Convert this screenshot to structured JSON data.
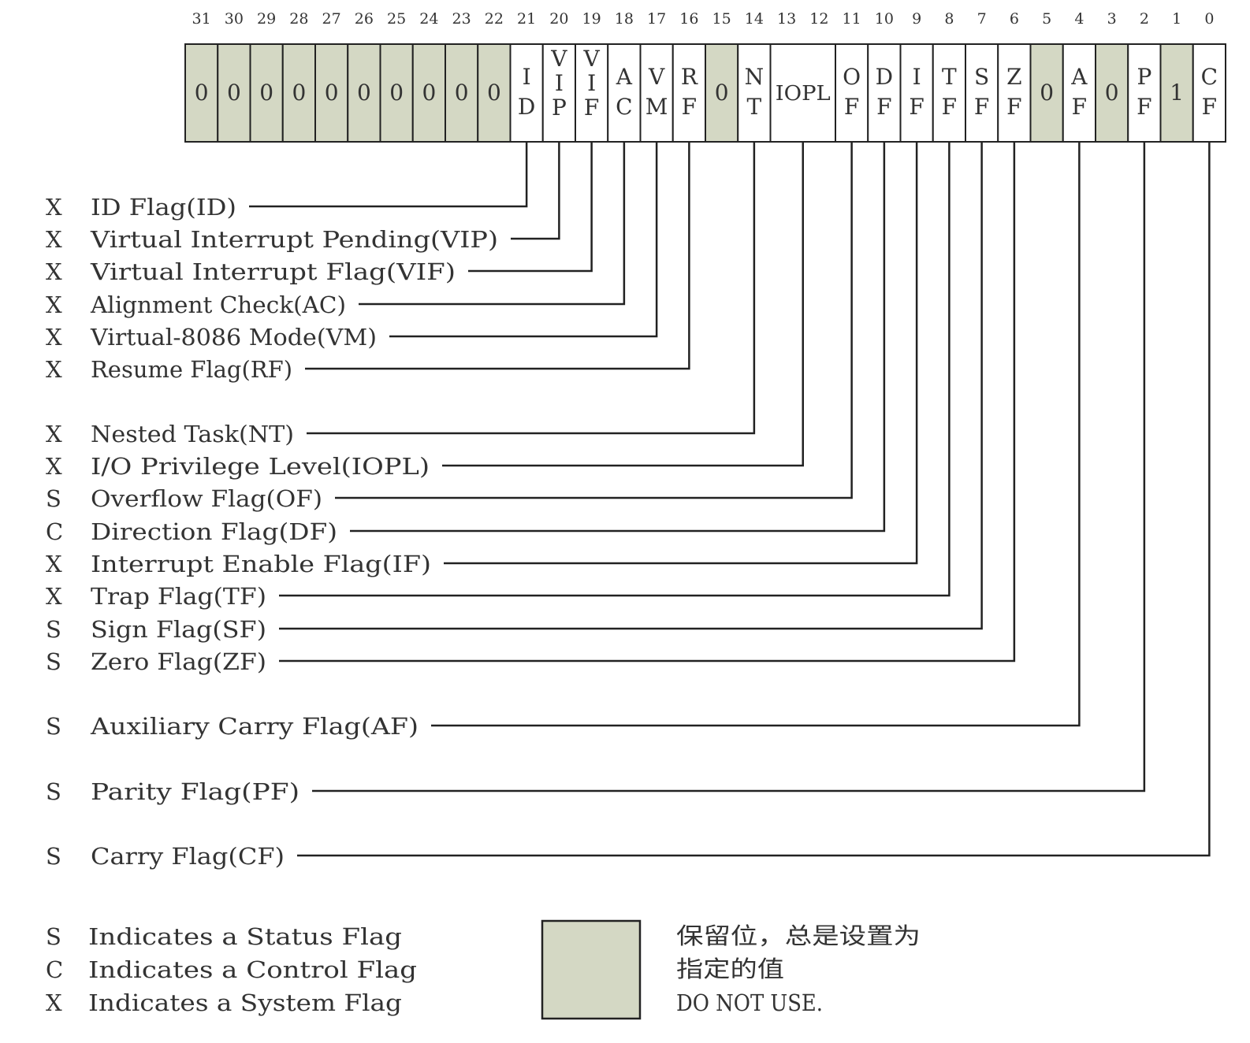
{
  "register": {
    "bits": [
      {
        "n": "31",
        "label": [
          "0"
        ],
        "reserved": true
      },
      {
        "n": "30",
        "label": [
          "0"
        ],
        "reserved": true
      },
      {
        "n": "29",
        "label": [
          "0"
        ],
        "reserved": true
      },
      {
        "n": "28",
        "label": [
          "0"
        ],
        "reserved": true
      },
      {
        "n": "27",
        "label": [
          "0"
        ],
        "reserved": true
      },
      {
        "n": "26",
        "label": [
          "0"
        ],
        "reserved": true
      },
      {
        "n": "25",
        "label": [
          "0"
        ],
        "reserved": true
      },
      {
        "n": "24",
        "label": [
          "0"
        ],
        "reserved": true
      },
      {
        "n": "23",
        "label": [
          "0"
        ],
        "reserved": true
      },
      {
        "n": "22",
        "label": [
          "0"
        ],
        "reserved": true
      },
      {
        "n": "21",
        "label": [
          "I",
          "D"
        ],
        "reserved": false
      },
      {
        "n": "20",
        "label": [
          "V",
          "I",
          "P"
        ],
        "reserved": false
      },
      {
        "n": "19",
        "label": [
          "V",
          "I",
          "F"
        ],
        "reserved": false
      },
      {
        "n": "18",
        "label": [
          "A",
          "C"
        ],
        "reserved": false
      },
      {
        "n": "17",
        "label": [
          "V",
          "M"
        ],
        "reserved": false
      },
      {
        "n": "16",
        "label": [
          "R",
          "F"
        ],
        "reserved": false
      },
      {
        "n": "15",
        "label": [
          "0"
        ],
        "reserved": true
      },
      {
        "n": "14",
        "label": [
          "N",
          "T"
        ],
        "reserved": false
      },
      {
        "n": "13",
        "label": [],
        "reserved": false
      },
      {
        "n": "12",
        "label": [],
        "reserved": false
      },
      {
        "n": "11",
        "label": [
          "O",
          "F"
        ],
        "reserved": false
      },
      {
        "n": "10",
        "label": [
          "D",
          "F"
        ],
        "reserved": false
      },
      {
        "n": "9",
        "label": [
          "I",
          "F"
        ],
        "reserved": false
      },
      {
        "n": "8",
        "label": [
          "T",
          "F"
        ],
        "reserved": false
      },
      {
        "n": "7",
        "label": [
          "S",
          "F"
        ],
        "reserved": false
      },
      {
        "n": "6",
        "label": [
          "Z",
          "F"
        ],
        "reserved": false
      },
      {
        "n": "5",
        "label": [
          "0"
        ],
        "reserved": true
      },
      {
        "n": "4",
        "label": [
          "A",
          "F"
        ],
        "reserved": false
      },
      {
        "n": "3",
        "label": [
          "0"
        ],
        "reserved": true
      },
      {
        "n": "2",
        "label": [
          "P",
          "F"
        ],
        "reserved": false
      },
      {
        "n": "1",
        "label": [
          "1"
        ],
        "reserved": true
      },
      {
        "n": "0",
        "label": [
          "C",
          "F"
        ],
        "reserved": false
      }
    ],
    "iopl_label": "IOPL"
  },
  "flags": [
    {
      "type": "X",
      "name": "ID Flag(ID)",
      "bit": 21
    },
    {
      "type": "X",
      "name": "Virtual Interrupt Pending(VIP)",
      "bit": 20
    },
    {
      "type": "X",
      "name": "Virtual Interrupt Flag(VIF)",
      "bit": 19
    },
    {
      "type": "X",
      "name": "Alignment Check(AC)",
      "bit": 18
    },
    {
      "type": "X",
      "name": "Virtual-8086 Mode(VM)",
      "bit": 17
    },
    {
      "type": "X",
      "name": "Resume Flag(RF)",
      "bit": 16
    },
    {
      "type": "X",
      "name": "Nested Task(NT)",
      "bit": 14
    },
    {
      "type": "X",
      "name": "I/O Privilege Level(IOPL)",
      "bit": 12.5
    },
    {
      "type": "S",
      "name": "Overflow Flag(OF)",
      "bit": 11
    },
    {
      "type": "C",
      "name": "Direction Flag(DF)",
      "bit": 10
    },
    {
      "type": "X",
      "name": "Interrupt Enable Flag(IF)",
      "bit": 9
    },
    {
      "type": "X",
      "name": "Trap Flag(TF)",
      "bit": 8
    },
    {
      "type": "S",
      "name": "Sign Flag(SF)",
      "bit": 7
    },
    {
      "type": "S",
      "name": "Zero Flag(ZF)",
      "bit": 6
    },
    {
      "type": "S",
      "name": "Auxiliary Carry Flag(AF)",
      "bit": 4
    },
    {
      "type": "S",
      "name": "Parity Flag(PF)",
      "bit": 2
    },
    {
      "type": "S",
      "name": "Carry Flag(CF)",
      "bit": 0
    }
  ],
  "legend": {
    "items": [
      {
        "code": "S",
        "text": "Indicates a Status Flag"
      },
      {
        "code": "C",
        "text": "Indicates a Control Flag"
      },
      {
        "code": "X",
        "text": "Indicates a System Flag"
      }
    ],
    "reserved_note": [
      "保留位，总是设置为",
      "指定的值",
      "DO NOT USE."
    ]
  },
  "colors": {
    "reserved_fill": "#d4d8c4",
    "line": "#222222",
    "text": "#333333"
  }
}
